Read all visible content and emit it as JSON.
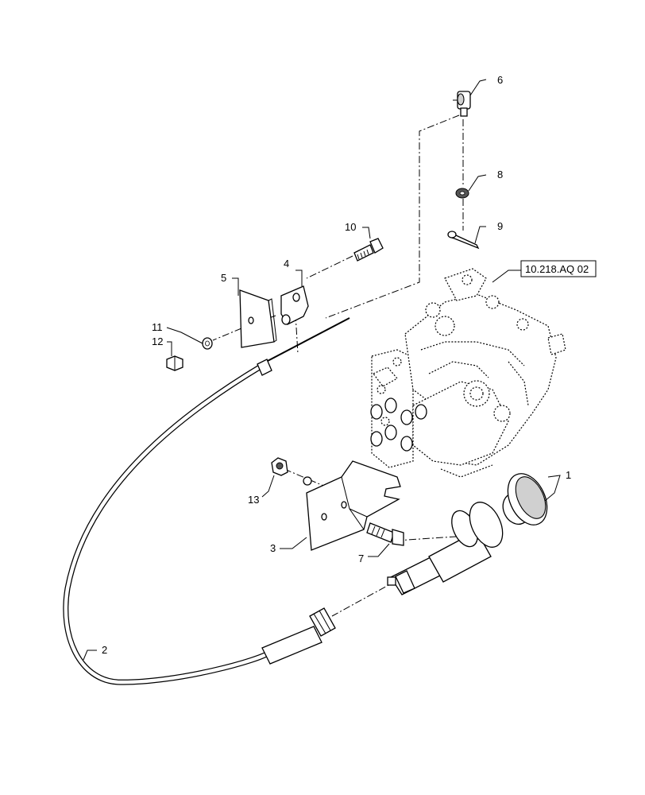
{
  "callouts": {
    "c1": "1",
    "c2": "2",
    "c3": "3",
    "c4": "4",
    "c5": "5",
    "c6": "6",
    "c7": "7",
    "c8": "8",
    "c9": "9",
    "c10": "10",
    "c11": "11",
    "c12": "12",
    "c13": "13"
  },
  "reference": {
    "label": "10.218.AQ 02"
  }
}
